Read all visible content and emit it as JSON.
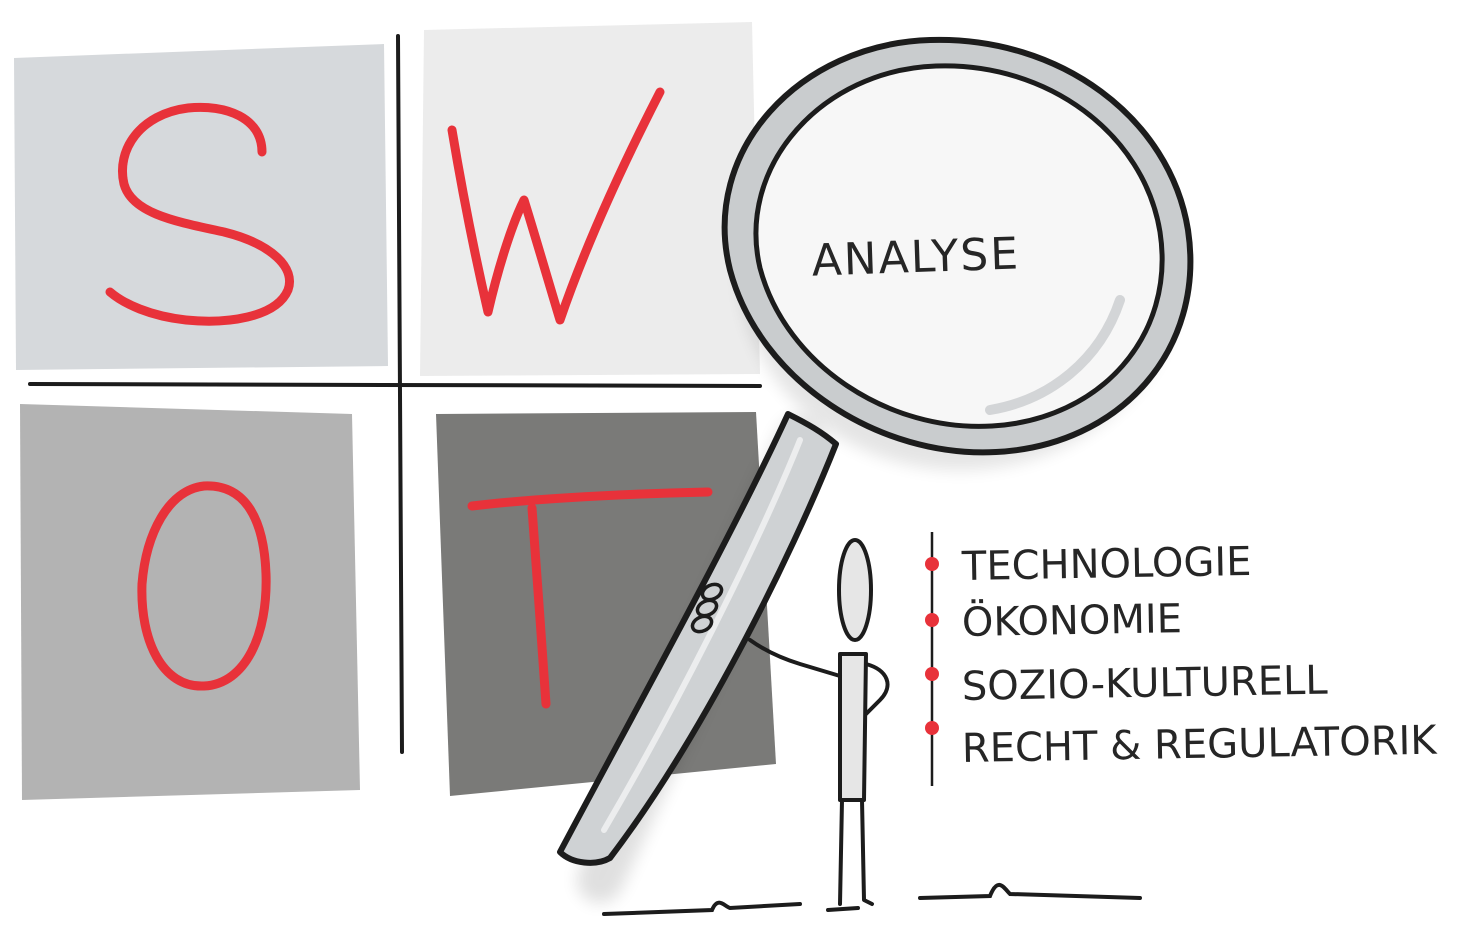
{
  "diagram": {
    "quadrants": [
      {
        "letter": "S"
      },
      {
        "letter": "W"
      },
      {
        "letter": "O"
      },
      {
        "letter": "T"
      }
    ],
    "magnifier_label": "ANALYSE",
    "factors": [
      "TECHNOLOGIE",
      "ÖKONOMIE",
      "SOZIO-KULTURELL",
      "RECHT & REGULATORIK"
    ]
  },
  "colors": {
    "letter_red": "#e8323a",
    "bullet_red": "#e8323a",
    "ink": "#1c1c1c",
    "quadrant_s": "#d6d9dc",
    "quadrant_w": "#ececec",
    "quadrant_o": "#b3b3b3",
    "quadrant_t": "#7a7a78",
    "lens_glass": "#f7f7f7",
    "lens_rim": "#c9ccce",
    "handle": "#cfd2d4"
  }
}
